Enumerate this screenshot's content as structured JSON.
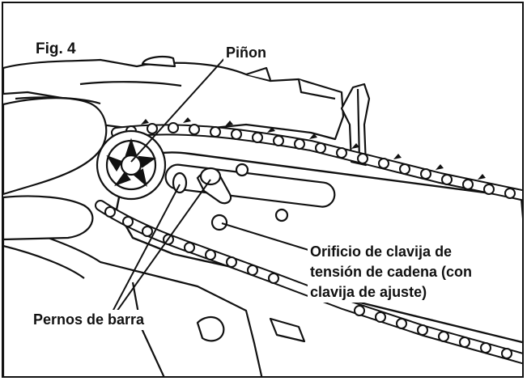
{
  "figure": {
    "number_label": "Fig. 4"
  },
  "callouts": {
    "pinon": "Piñon",
    "pernos_de_barra": "Pernos de barra",
    "orificio": {
      "line1": "Orificio de clavija de",
      "line2": "tensión de cadena (con",
      "line3": "clavija de ajuste)"
    }
  },
  "colors": {
    "ink": "#111111",
    "paper": "#ffffff"
  }
}
